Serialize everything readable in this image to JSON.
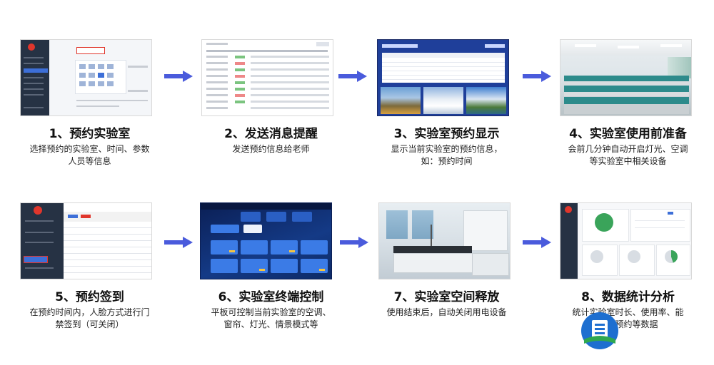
{
  "steps": [
    {
      "title": "1、预约实验室",
      "desc_lines": [
        "选择预约的实验室、时间、参数",
        "人员等信息"
      ]
    },
    {
      "title": "2、发送消息提醒",
      "desc_lines": [
        "发送预约信息给老师"
      ]
    },
    {
      "title": "3、实验室预约显示",
      "desc_lines": [
        "显示当前实验室的预约信息，",
        "如：预约时间"
      ]
    },
    {
      "title": "4、实验室使用前准备",
      "desc_lines": [
        "会前几分钟自动开启灯光、空调",
        "等实验室中相关设备"
      ]
    },
    {
      "title": "5、预约签到",
      "desc_lines": [
        "在预约时间内，人脸方式进行门",
        "禁签到（可关闭）"
      ]
    },
    {
      "title": "6、实验室终端控制",
      "desc_lines": [
        "平板可控制当前实验室的空调、",
        "窗帘、灯光、情景模式等"
      ]
    },
    {
      "title": "7、实验室空间释放",
      "desc_lines": [
        "使用结束后，自动关闭用电设备"
      ]
    },
    {
      "title": "8、数据统计分析",
      "desc_lines": [
        "统计实验室时长、使用率、能",
        "耗、预约等数据"
      ]
    }
  ],
  "colors": {
    "arrow": "#4a5bdc",
    "sidebar": "#263244",
    "accent_blue": "#3d6fd8",
    "red": "#e0362c",
    "green": "#3aa45a"
  },
  "icons": [
    "arrow-right-icon",
    "logo-icon"
  ]
}
